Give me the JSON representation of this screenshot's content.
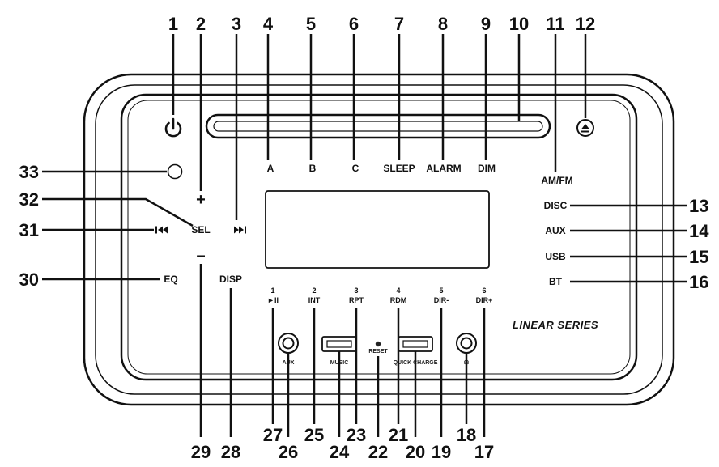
{
  "callouts": {
    "n1": "1",
    "n2": "2",
    "n3": "3",
    "n4": "4",
    "n5": "5",
    "n6": "6",
    "n7": "7",
    "n8": "8",
    "n9": "9",
    "n10": "10",
    "n11": "11",
    "n12": "12",
    "n13": "13",
    "n14": "14",
    "n15": "15",
    "n16": "16",
    "n17": "17",
    "n18": "18",
    "n19": "19",
    "n20": "20",
    "n21": "21",
    "n22": "22",
    "n23": "23",
    "n24": "24",
    "n25": "25",
    "n26": "26",
    "n27": "27",
    "n28": "28",
    "n29": "29",
    "n30": "30",
    "n31": "31",
    "n32": "32",
    "n33": "33"
  },
  "preset_labels": {
    "a": "A",
    "b": "B",
    "c": "C",
    "sleep": "SLEEP",
    "alarm": "ALARM",
    "dim": "DIM"
  },
  "side_labels": {
    "am_fm": "AM/FM",
    "disc": "DISC",
    "aux": "AUX",
    "usb": "USB",
    "bt": "BT",
    "sel": "SEL",
    "eq": "EQ",
    "disp": "DISP",
    "plus": "+",
    "minus": "–"
  },
  "number_buttons": [
    {
      "digit": "1",
      "function": "►II"
    },
    {
      "digit": "2",
      "function": "INT"
    },
    {
      "digit": "3",
      "function": "RPT"
    },
    {
      "digit": "4",
      "function": "RDM"
    },
    {
      "digit": "5",
      "function": "DIR-"
    },
    {
      "digit": "6",
      "function": "DIR+"
    }
  ],
  "port_labels": {
    "aux": "AUX",
    "music": "MUSIC",
    "reset": "RESET",
    "quick_charge": "QUICK CHARGE",
    "phones": "☊"
  },
  "brand": "LINEAR SERIES",
  "icons": {
    "power": "power-icon",
    "eject": "eject-icon",
    "prev": "skip-previous-icon",
    "next": "skip-next-icon"
  }
}
